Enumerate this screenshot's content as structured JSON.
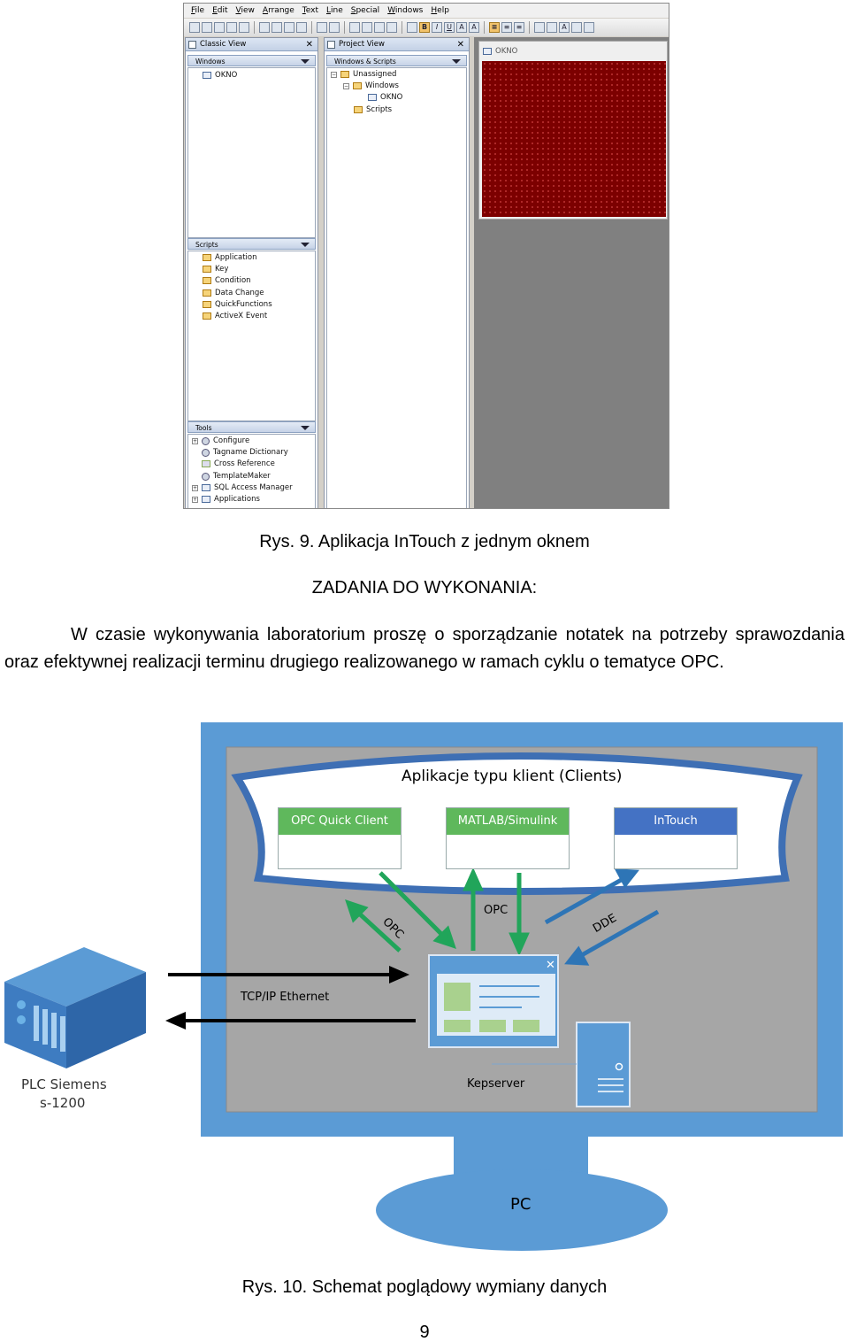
{
  "app": {
    "menu": [
      "File",
      "Edit",
      "View",
      "Arrange",
      "Text",
      "Line",
      "Special",
      "Windows",
      "Help"
    ],
    "classic_view_title": "Classic View",
    "project_view_title": "Project View",
    "windows_section": {
      "title": "Windows",
      "items": [
        "OKNO"
      ]
    },
    "scripts_section": {
      "title": "Scripts",
      "items": [
        "Application",
        "Key",
        "Condition",
        "Data Change",
        "QuickFunctions",
        "ActiveX Event"
      ]
    },
    "tools_section": {
      "title": "Tools",
      "items": [
        "Configure",
        "Tagname Dictionary",
        "Cross Reference",
        "TemplateMaker",
        "SQL Access Manager",
        "Applications"
      ]
    },
    "project_tree": {
      "title": "Windows & Scripts",
      "unassigned": "Unassigned",
      "windows": "Windows",
      "okno": "OKNO",
      "scripts": "Scripts"
    },
    "window_title": "OKNO",
    "canvas_color": "#7c0000"
  },
  "caption1": "Rys. 9. Aplikacja InTouch z jednym oknem",
  "heading": "ZADANIA DO WYKONANIA:",
  "paragraph": "W czasie wykonywania laboratorium proszę o sporządzanie notatek na potrzeby sprawozdania oraz efektywnej realizacji terminu drugiego realizowanego w ramach cyklu o tematyce OPC.",
  "diagram": {
    "clients_title": "Aplikacje typu klient (Clients)",
    "clients": [
      {
        "label": "OPC Quick Client",
        "color": "#5fb85c"
      },
      {
        "label": "MATLAB/Simulink",
        "color": "#5fb85c"
      },
      {
        "label": "InTouch",
        "color": "#4472c4"
      }
    ],
    "opc_label_left": "OPC",
    "opc_label_mid": "OPC",
    "dde_label": "DDE",
    "tcp_label": "TCP/IP Ethernet",
    "plc_label_line1": "PLC Siemens",
    "plc_label_line2": "s-1200",
    "server_label": "Kepserver",
    "pc_label": "PC",
    "monitor_color": "#5b9bd5",
    "screen_color": "#a6a6a6"
  },
  "caption2": "Rys. 10. Schemat poglądowy wymiany danych",
  "page_number": "9"
}
